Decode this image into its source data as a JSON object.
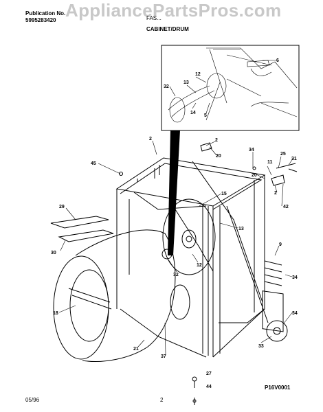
{
  "header": {
    "publication_label": "Publication No.",
    "publication_number": "5995283420",
    "model_code": "FAS...",
    "section_title": "CABINET/DRUM",
    "watermark": "AppliancePartsPros.com"
  },
  "callouts": [
    "6",
    "12",
    "13",
    "32",
    "14",
    "5",
    "2",
    "20",
    "34",
    "25",
    "11",
    "31",
    "45",
    "20",
    "2",
    "2",
    "29",
    "15",
    "42",
    "13",
    "30",
    "12",
    "9",
    "32",
    "18",
    "34",
    "37",
    "34",
    "21",
    "27",
    "33",
    "44"
  ],
  "footer": {
    "part_code": "P16V0001",
    "date": "05/96",
    "page": "2"
  }
}
